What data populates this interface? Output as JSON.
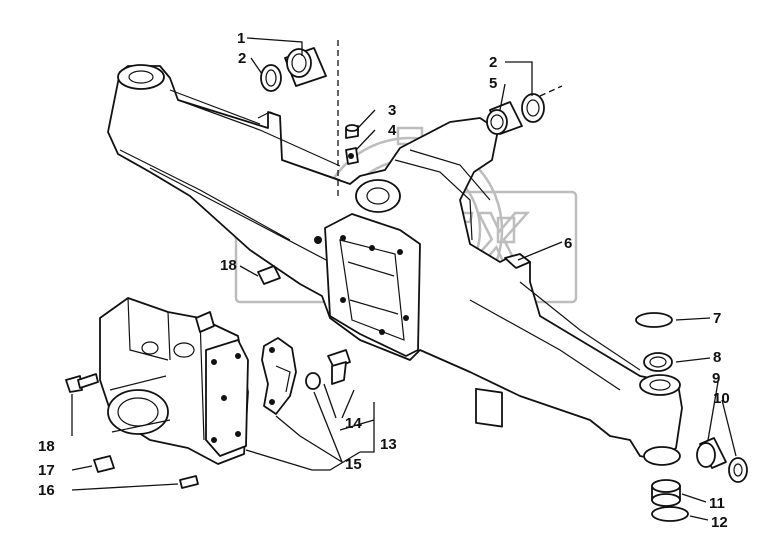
{
  "callouts": [
    {
      "label": "1"
    },
    {
      "label": "2"
    },
    {
      "label": "2"
    },
    {
      "label": "3"
    },
    {
      "label": "4"
    },
    {
      "label": "5"
    },
    {
      "label": "6"
    },
    {
      "label": "7"
    },
    {
      "label": "8"
    },
    {
      "label": "9"
    },
    {
      "label": "10"
    },
    {
      "label": "11"
    },
    {
      "label": "12"
    },
    {
      "label": "13"
    },
    {
      "label": "14"
    },
    {
      "label": "15"
    },
    {
      "label": "16"
    },
    {
      "label": "17"
    },
    {
      "label": "18"
    },
    {
      "label": "18"
    }
  ],
  "watermark": {
    "text": "GREX"
  }
}
